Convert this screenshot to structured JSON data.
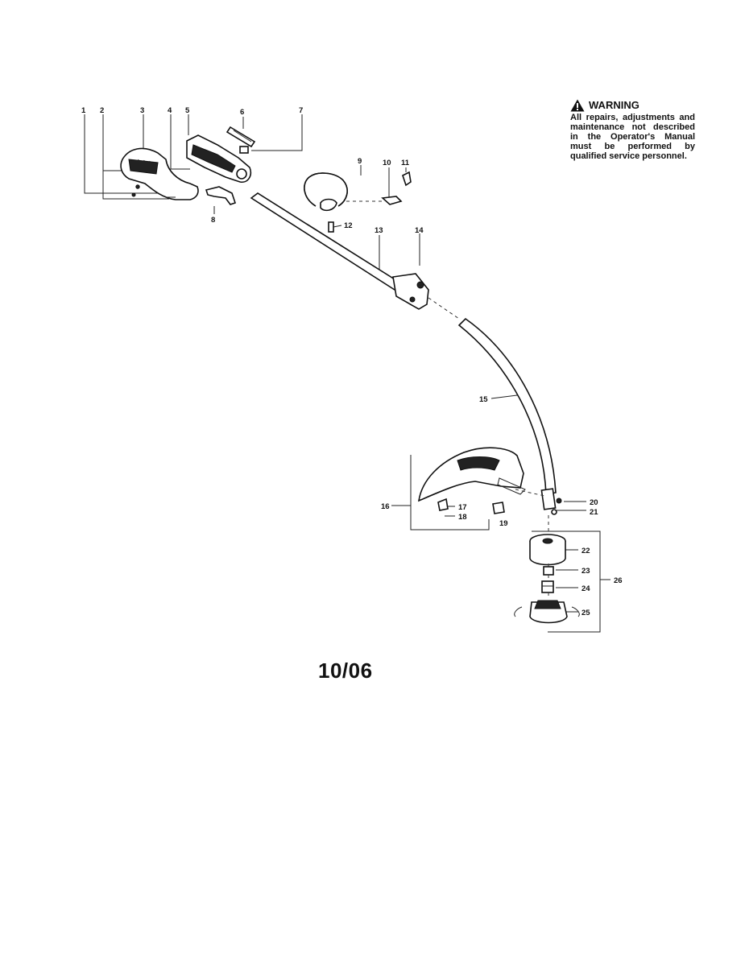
{
  "warning": {
    "icon": "warning-triangle-icon",
    "title": "WARNING",
    "body": "All repairs, adjustments and maintenance not described in the Operator's Manual must be performed by qualified service personnel."
  },
  "date_code": "10/06",
  "callouts": [
    "1",
    "2",
    "3",
    "4",
    "5",
    "6",
    "7",
    "8",
    "9",
    "10",
    "11",
    "12",
    "13",
    "14",
    "15",
    "16",
    "17",
    "18",
    "19",
    "20",
    "21",
    "22",
    "23",
    "24",
    "25",
    "26"
  ]
}
